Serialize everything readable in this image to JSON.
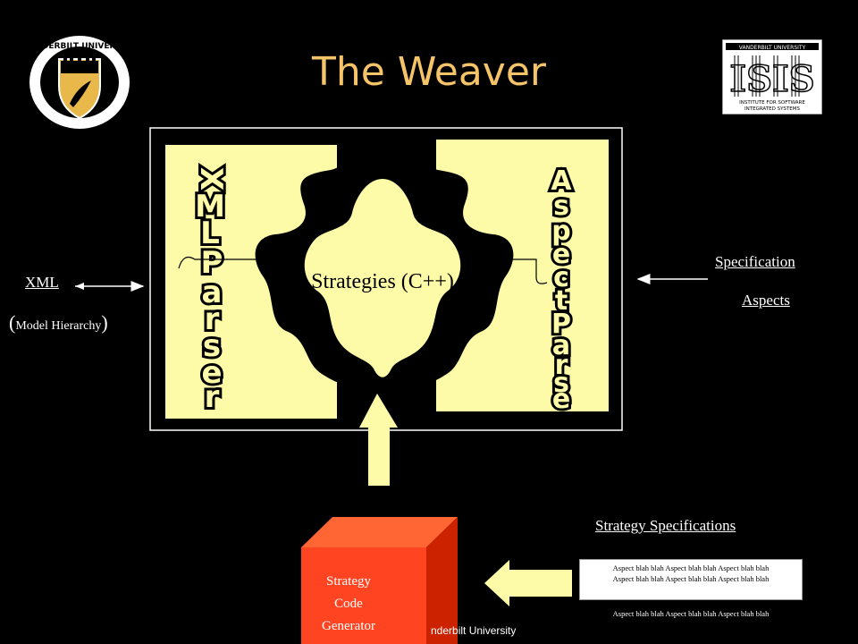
{
  "slide": {
    "title": "The Weaver",
    "footer": "nderbilt University"
  },
  "logos": {
    "left": {
      "name": "vanderbilt-seal",
      "text": "VANDERBILT UNIVERSITY"
    },
    "right": {
      "name": "isis-logo",
      "top_text": "VANDERBILT UNIVERSITY",
      "mark": "ISIS",
      "bottom_text": "INSTITUTE FOR SOFTWARE INTEGRATED SYSTEMS"
    }
  },
  "diagram": {
    "center_label": "Strategies (C++)",
    "left_parser": "XML Parser",
    "right_parser": "Aspect Parser",
    "xml_label": "XML",
    "model_hierarchy_open": "(",
    "model_hierarchy": "Model Hierarchy",
    "model_hierarchy_close": ")",
    "spec_label": "Specification",
    "aspects_label": "Aspects",
    "strategy_specs_title": "Strategy Specifications",
    "spec_lines": [
      "Aspect blah blah Aspect blah blah Aspect blah blah",
      "Aspect blah blah Aspect blah blah Aspect blah blah",
      "Aspect blah blah Aspect blah blah Aspect blah blah"
    ],
    "generator_lines": [
      "Strategy",
      "Code",
      "Generator"
    ]
  },
  "colors": {
    "background": "#000000",
    "title": "#f5c468",
    "pale_yellow": "#fdfaa8",
    "generator_front": "#ff4422",
    "generator_side": "#cc2200",
    "generator_top": "#ff6633"
  }
}
